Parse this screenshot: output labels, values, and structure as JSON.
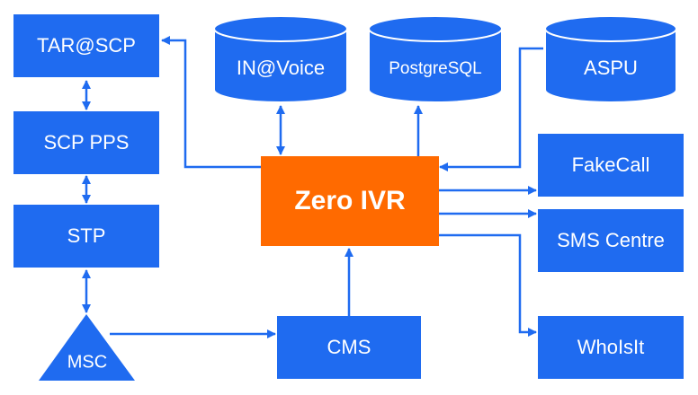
{
  "colors": {
    "primary": "#1f6bf0",
    "accent": "#ff6a00",
    "line": "#1f6bf0",
    "text_on_node": "#ffffff",
    "background": "#ffffff"
  },
  "nodes": {
    "tar_scp": "TAR@SCP",
    "scp_pps": "SCP PPS",
    "stp": "STP",
    "msc": "MSC",
    "in_voice": "IN@Voice",
    "postgresql": "PostgreSQL",
    "aspu": "ASPU",
    "zero_ivr": "Zero IVR",
    "fakecall": "FakeCall",
    "sms_centre": "SMS Centre",
    "whoisit": "WhoIsIt",
    "cms": "CMS"
  }
}
